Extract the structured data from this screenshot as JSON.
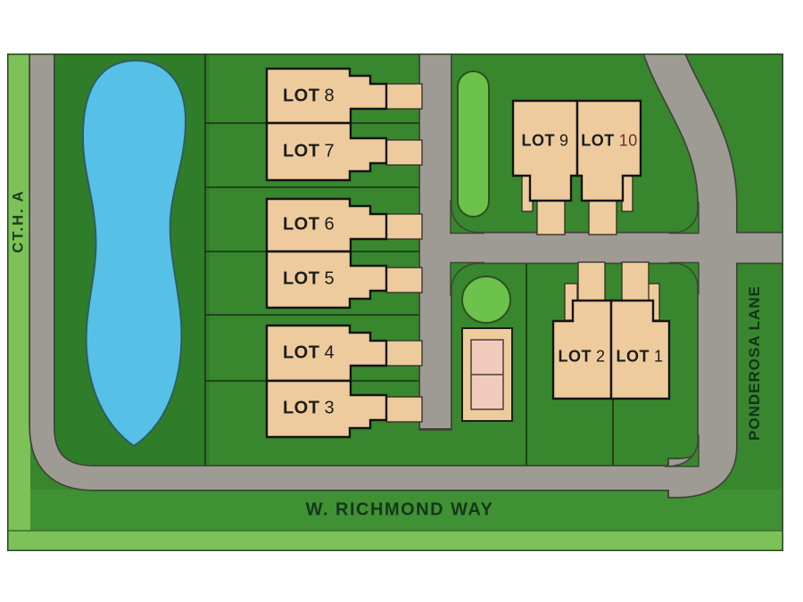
{
  "plan": {
    "streets": {
      "west": "CT.H. A",
      "south": "W. RICHMOND WAY",
      "east": "PONDEROSA LANE"
    },
    "lots": [
      {
        "word": "LOT",
        "number": "1"
      },
      {
        "word": "LOT",
        "number": "2"
      },
      {
        "word": "LOT",
        "number": "3"
      },
      {
        "word": "LOT",
        "number": "4"
      },
      {
        "word": "LOT",
        "number": "5"
      },
      {
        "word": "LOT",
        "number": "6"
      },
      {
        "word": "LOT",
        "number": "7"
      },
      {
        "word": "LOT",
        "number": "8"
      },
      {
        "word": "LOT",
        "number": "9"
      },
      {
        "word": "LOT",
        "number": "10"
      }
    ]
  },
  "colors": {
    "white_margin": "#ffffff",
    "field_green": "#38872e",
    "field_green_dark": "#2f7d29",
    "band_green": "#3f9134",
    "verge_green": "#7cc258",
    "accent_green": "#6dc24b",
    "road_gray": "#9e9b94",
    "road_edge": "#3f4637",
    "building_tan": "#eecb9d",
    "court_pink": "#f0cabc",
    "pond_blue": "#57c0e6",
    "lot_label": "#1c1c1c",
    "lot10_number": "#6b2f28",
    "street_label": "#17361a"
  }
}
